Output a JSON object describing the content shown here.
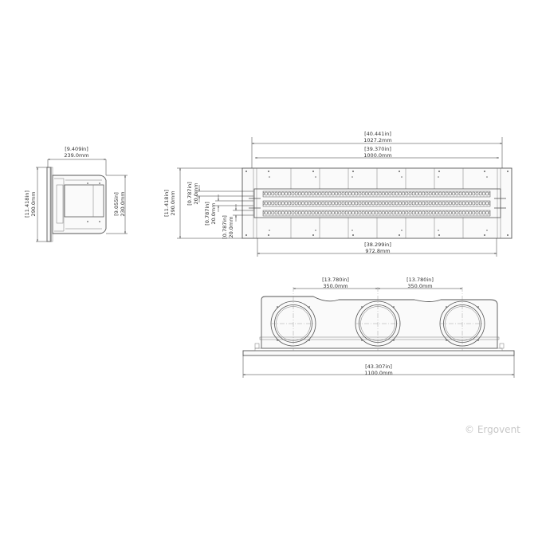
{
  "drawing": {
    "side_view": {
      "width_in": "[9.409in]",
      "width_mm": "239.0mm",
      "height_in": "[11.418in]",
      "height_mm": "290.0mm",
      "inner_height_in": "[9.055in]",
      "inner_height_mm": "230.0mm"
    },
    "top_view": {
      "overall_width_in": "[40.441in]",
      "overall_width_mm": "1027.2mm",
      "inner_width_in": "[39.370in]",
      "inner_width_mm": "1000.0mm",
      "bottom_width_in": "[38.299in]",
      "bottom_width_mm": "972.8mm",
      "height_in": "[11.418in]",
      "height_mm": "290.0mm",
      "slot_spacing": [
        {
          "in": "[0.787in]",
          "mm": "20.0mm"
        },
        {
          "in": "[0.787in]",
          "mm": "20.0mm"
        },
        {
          "in": "[0.787in]",
          "mm": "20.0mm"
        }
      ]
    },
    "front_view": {
      "spacing_1_in": "[13.780in]",
      "spacing_1_mm": "350.0mm",
      "spacing_2_in": "[13.780in]",
      "spacing_2_mm": "350.0mm",
      "overall_width_in": "[43.307in]",
      "overall_width_mm": "1100.0mm"
    }
  },
  "watermark": "© Ergovent"
}
